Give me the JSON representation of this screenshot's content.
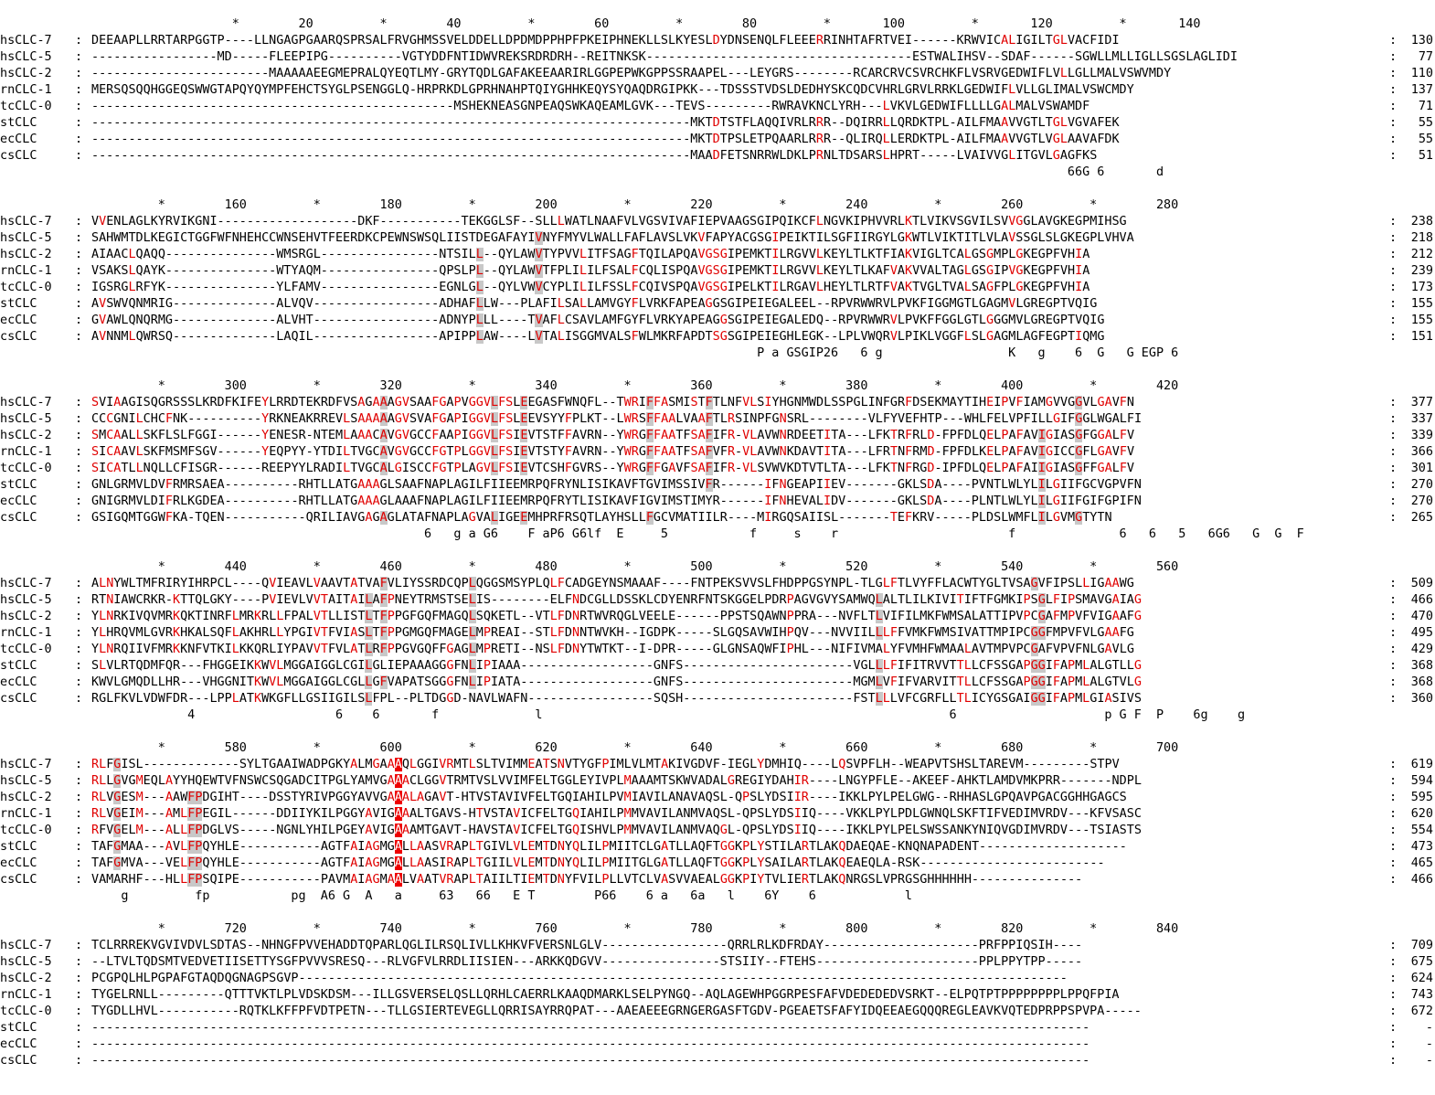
{
  "colors": {
    "identical_bg": "#ee0000",
    "identical_fg": "#ffffff",
    "similar_fg": "#e00000",
    "conserved_bg": "#c8c8c8"
  },
  "blocks": [
    {
      "ruler": "                   *        20         *        40         *        60         *        80         *       100         *       120         *       140",
      "rows": [
        {
          "name": "hsCLC-7",
          "seq": "DEEAAPLLRRTARPGGTP----LLNGAGPGAARQSPRSALFRVGHMSSVELDDELLDPDMDPPHPFPKEIPHNEKLLSLKYESLDYDNSENQLFLEEERRINHTAFRTVEI------KRWVICALIGILTGLVACFIDI",
          "num": "130"
        },
        {
          "name": "hsCLC-5",
          "seq": "-----------------MD-----FLEEPIPG----------VGTYDDFNTIDWVREKSRDRDRH--REITNKSK------------------------------------ESTWALIHSV--SDAF------SGWLLMLLIGLLSGSLAGLIDI",
          "num": "77"
        },
        {
          "name": "hsCLC-2",
          "seq": "------------------------MAAAAAEEGMEPRALQYEQTLMY-GRYTQDLGAFAKEEAARIRLGGPEPWKGPPSSRAAPEL---LEYGRS--------RCARCRVCSVRCHKFLVSRVGEDWIFLVLLGLLMALVSWVMDY",
          "num": "110"
        },
        {
          "name": "rnCLC-1",
          "seq": "MERSQSQQHGGEQSWWGTAPQYQYMPFEHCTSYGLPSENGGLQ-HRPRKDLGPRHNAHPTQIYGHHKEQYSYQAQDRGIPKK---TDSSSTVDSLDEDHYSKCQDCVHRLGRVLRRKLGEDWIFLVLLGLIMALVSWCMDY",
          "num": "137"
        },
        {
          "name": "tcCLC-0",
          "seq": "-------------------------------------------------MSHEKNEASGNPEAQSWKAQEAMLGVK---TEVS---------RWRAVKNCLYRH---LVKVLGEDWIFLLLLGALMALVSWAMDF",
          "num": "71"
        },
        {
          "name": "stCLC",
          "seq": "---------------------------------------------------------------------------------MKTDTSTFLAQQIVRLRRR--DQIRRLLQRDKTPL-AILFMAAVVGTLTGLVGVAFEK",
          "num": "55"
        },
        {
          "name": "ecCLC",
          "seq": "---------------------------------------------------------------------------------MKTDTPSLETPQAARLRRR--QLIRQLLERDKTPL-AILFMAAVVGTLVGLAAVAFDK",
          "num": "55"
        },
        {
          "name": "csCLC",
          "seq": "---------------------------------------------------------------------------------MAADFETSNRRWLDKLPRNLTDSARSLHPRT-----LVAIVVGLITGVLGAGFKS",
          "num": "51"
        }
      ],
      "consensus": "                                                                                                                                    66G 6       d"
    },
    {
      "ruler": "         *        160         *        180         *        200         *        220         *        240         *        260         *        280",
      "rows": [
        {
          "name": "hsCLC-7",
          "seq": "VVENLAGLKYRVIKGNI-------------------DKF-----------TEKGGLSF--SLLLWATLNAAFVLVGSVIVAFIEPVAAGSGIPQIKCFLNGVKIPHVVRLKTLVIKVSGVILSVVGGLAVGKEGPMIHSG",
          "num": "238"
        },
        {
          "name": "hsCLC-5",
          "seq": "SAHWMTDLKEGICTGGFWFNHEHCCWNSEHVTFEERDKCPEWNSWSQLIISTDEGAFAYIVNYFMYVLWALLFAFLAVSLVKVFAPYACGSGIPEIKTILSGFIIRGYLGKWTLVIKTITLVLAVSSGLSLGKEGPLVHVA",
          "num": "218"
        },
        {
          "name": "hsCLC-2",
          "seq": "AIAACLQAQQ---------------WMSRGL----------------NTSILL--QYLAWVTYPVVLITFSAGFTQILAPQAVGSGIPEMKTILRGVVLKEYLTLKTFIAKVIGLTCALGSGMPLGKEGPFVHIA",
          "num": "212"
        },
        {
          "name": "rnCLC-1",
          "seq": "VSAKSLQAYK---------------WTYAQM----------------QPSLPL--QYLAWVTFPLILILFSALFCQLISPQAVGSGIPEMKTILRGVVLKEYLTLKAFVAKVVALTAGLGSGIPVGKEGPFVHIA",
          "num": "239"
        },
        {
          "name": "tcCLC-0",
          "seq": "IGSRGLRFYK---------------YLFAMV----------------EGNLGL--QYLVWVCYPLILILFSSLFCQIVSPQAVGSGIPELKTILRGAVLHEYLTLRTFVAKTVGLTVALSAGFPLGKEGPFVHIA",
          "num": "173"
        },
        {
          "name": "stCLC",
          "seq": "AVSWVQNMRIG--------------ALVQV-----------------ADHAFLLW---PLAFILSALLAMVGYFLVRKFAPEAGGSGIPEIEGALEEL--RPVRWWRVLPVKFIGGMGTLGAGMVLGREGPTVQIG",
          "num": "155"
        },
        {
          "name": "ecCLC",
          "seq": "GVAWLQNQRMG--------------ALVHT-----------------ADNYPLLL----TVAFLCSAVLAMFGYFLVRKYAPEAGGSGIPEIEGALEDQ--RPVRWWRVLPVKFFGGLGTLGGGMVLGREGPTVQIG",
          "num": "155"
        },
        {
          "name": "csCLC",
          "seq": "AVNNMLQWRSQ--------------LAQIL-----------------APIPPLAW----LVTALISGGMVALSFWLMKRFAPDTSGSGIPEIEGHLEGK--LPLVWQRVLPIKLVGGFLSLGAGMLAGFEGPTIQMG",
          "num": "151"
        }
      ],
      "consensus": "                                                                                          P a GSGIP26   6 g                 K   g    6  G   G EGP 6"
    },
    {
      "ruler": "         *        300         *        320         *        340         *        360         *        380         *        400         *        420",
      "rows": [
        {
          "name": "hsCLC-7",
          "seq": "SVIAAGISQGRSSSLKRDFKIFEYLRRDTEKRDFVSAGAAAGVSAAFGAPVGGVLFSLEEGASFWNQFL--TWRIFFASMISTFTLNFVLSIYHGNMWDLSSPGLINFGRFDSEKMAYTIHEIPVFIAMGVVGGVLGAVFN",
          "num": "377"
        },
        {
          "name": "hsCLC-5",
          "seq": "CCCGNILCHCFNK----------YRKNEAKRREVLSAAAAAGVSVAFGAPIGGVLFSLEEVSYYFPLKT--LWRSFFAALVAAFTLRSINPFGNSRL--------VLFYVEFHTP---WHLFELVPFILLGIFGGLWGALFI",
          "num": "337"
        },
        {
          "name": "hsCLC-2",
          "seq": "SMCAALLSKFLSLFGGI------YENESR-NTEMLAAACAVGVGCCFAAPIGGVLFSIEVTSTFFAVRN--YWRGFFAATFSAFIFR-VLAVWNRDEETITA---LFKTRFRLD-FPFDLQELPAFAVIGIASGFGGALFV",
          "num": "339"
        },
        {
          "name": "rnCLC-1",
          "seq": "SICAAVLSKFMSMFSGV------YEQPYY-YTDILTVGCAVGVGCCFGTPLGGVLFSIEVTSTYFAVRN--YWRGFFAATFSAFVFR-VLAVWNKDAVTITA---LFRTNFRMD-FPFDLKELPAFAVIGICCGFLGAVFV",
          "num": "366"
        },
        {
          "name": "tcCLC-0",
          "seq": "SICATLLNQLLCFISGR------REEPYYLRADILTVGCALGISCCFGTPLAGVLFSIEVTCSHFGVRS--YWRGFFGAVFSAFIFR-VLSVWVKDTVTLTA---LFKTNFRGD-IPFDLQELPAFAIIGIASGFFGALFV",
          "num": "301"
        },
        {
          "name": "stCLC",
          "seq": "GNLGRMVLDVFRMRSAEA----------RHTLLATGAAAGLSAAFNAPLAGILFIIEEMRPQFRYNLISIKAVFTGVIMSSIVFR------IFNGEAPIIEV-------GKLSDA----PVNTLWLYLILGIIFGCVGPVFN",
          "num": "270"
        },
        {
          "name": "ecCLC",
          "seq": "GNIGRMVLDIFRLKGDEA----------RHTLLATGAAAGLAAAFNAPLAGILFIIEEMRPQFRYTLISIKAVFIGVIMSTIMYR------IFNHEVALIDV-------GKLSDA----PLNTLWLYLILGIIFGIFGPIFN",
          "num": "270"
        },
        {
          "name": "csCLC",
          "seq": "GSIGQMTGGWFKA-TQEN-----------QRILIAVGAGAGLATAFNAPLAGVALIGEEMHPRFRSQTLAYHSLLFGCVMATIILR----MIRGQSAIISL-------TEFKRV-----PLDSLWMFLILGVMGTYTN",
          "num": "265"
        }
      ],
      "consensus": "                                             6   g a G6    F aP6 G6lf  E     5           f     s    r                       f              6   6   5   6G6   G  G  F"
    },
    {
      "ruler": "         *        440         *        460         *        480         *        500         *        520         *        540         *        560",
      "rows": [
        {
          "name": "hsCLC-7",
          "seq": "ALNYWLTMFRIRYIHRPCL----QVIEAVLVAAVTATVAFVLIYSSRDCQPLQGGSMSYPLQLFCADGEYNSMAAAF----FNTPEKSVVSLFHDPPGSYNPL-TLGLFTLVYFFLACWTYGLTVSAGVFIPSLLIGAAWG",
          "num": "509"
        },
        {
          "name": "hsCLC-5",
          "seq": "RTNIAWCRKR-KTTQLGKY----PVIEVLVVTAITAILAFPNEYTRMSTSELIS--------ELFNDCGLLDSSKLCDYENRFNTSKGGELPDRPAGVGVYSAMWQLALTLILKIVITIFTFGMKIPSGLFIPSMAVGAIAG",
          "num": "466"
        },
        {
          "name": "hsCLC-2",
          "seq": "YLNRKIVQVMRKQKTINRFLMRKRLLFPALVTLLISTLTFPPGFGQFMAGQLSQKETL--VTLFDNRTWVRQGLVEELE------PPSTSQAWNPPRA---NVFLTLVIFILMKFWMSALATTIPVPCGAFMPVFVIGAAFG",
          "num": "470"
        },
        {
          "name": "rnCLC-1",
          "seq": "YLHRQVMLGVRKHKALSQFLAKHRLLYPGIVTFVIASLTFPPGMGQFMAGELMPREAI--STLFDNNTWVKH--IGDPK-----SLGQSAVWIHPQV---NVVIILLLFFVMKFWMSIVATTMPIPCGGFMPVFVLGAAFG",
          "num": "495"
        },
        {
          "name": "tcCLC-0",
          "seq": "YLNRQIIVFMRKKNFVTKILKKQRLIYPAVVTFVLATLRFPPGVGQFFGAGLMPRETI--NSLFDNYTWTKT--I-DPR-----GLGNSAQWFIPHL---NIFIVMALYFVMHFWMAALAVTMPVPCGAFVPVFNLGAVLG",
          "num": "429"
        },
        {
          "name": "stCLC",
          "seq": "SLVLRTQDMFQR---FHGGEIKKWVLMGGAIGGLCGILGLIEPAAAGGGFNLIPIAAA------------------GNFS-----------------------VGLLLFIFITRVVTTLLCFSSGAPGGIFAPMLALGTLLG",
          "num": "368"
        },
        {
          "name": "ecCLC",
          "seq": "KWVLGMQDLLHR---VHGGNITKWVLMGGAIGGLCGLLGFVAPATSGGGFNLIPIATA------------------GNFS-----------------------MGMLVFIFVARVITTLLCFSSGAPGGIFAPMLALGTVLG",
          "num": "368"
        },
        {
          "name": "csCLC",
          "seq": "RGLFKVLVDWFDR---LPPLATKWKGFLLGSIIGILSLFPL--PLTDGGD-NAVLWAFN-----------------SQSH-----------------------FSTLLLVFCGRFLLTLICYGSGAIGGIFAPMLGIASIVS",
          "num": "360"
        }
      ],
      "consensus": "             4                   6    6       f             l                                                       6                    p G F  P    6g    g"
    },
    {
      "ruler": "         *        580         *        600         *        620         *        640         *        660         *        680         *        700",
      "rows": [
        {
          "name": "hsCLC-7",
          "seq": "RLFGISL-------------SYLTGAAIWADPGKYALMGAAAQLGGIVRMTLSLTVIMMEATSNVTYGFPIMLVLMTAKIVGDVF-IEGLYDMHIQ----LQSVPFLH--WEAPVTSHSLTAREVM---------STPV",
          "num": "619"
        },
        {
          "name": "hsCLC-5",
          "seq": "RLLGVGMEQLAYYHQEWTVFNSWCSQGADCITPGLYAMVGAAACLGGVTRMTVSLVVIMFELTGGLEYIVPLMAAAMTSKWVADALGREGIYDAHIR----LNGYPFLE--AKEEF-AHKTLAMDVMKPRR-------NDPL",
          "num": "594"
        },
        {
          "name": "hsCLC-2",
          "seq": "RLVGESM---AAWFPDGIHT----DSSTYRIVPGGYAVVGAAALAGAVT-HTVSTAVIVFELTGQIAHILPVMIAVILANAVAQSL-QPSLYDSIIR----IKKLPYLPELGWG--RHHASLGPQAVPGACGGHHGAGCS",
          "num": "595"
        },
        {
          "name": "rnCLC-1",
          "seq": "RLVGEIM---AMLFPEGIL------DDIIYKILPGGYAVIGAAALTGAVS-HTVSTAVICFELTGQIAHILPMMVAVILANMVAQSL-QPSLYDSIIQ----VKKLPYLPDLGWNQLSKFTIFVEDIMVRDV---KFVSASC",
          "num": "620"
        },
        {
          "name": "tcCLC-0",
          "seq": "RFVGELM---ALLFPDGLVS-----NGNLYHILPGEYAVIGAAAMTGAVT-HAVSTAVICFELTGQISHVLPMMVAVILANMVAQGL-QPSLYDSIIQ----IKKLPYLPELSWSSANKYNIQVGDIMVRDV---TSIASTS",
          "num": "554"
        },
        {
          "name": "stCLC",
          "seq": "TAFGMAA---AVLFPQYHLE-----------AGTFAIAGMGALLAASVRAPLTGIVLVLEMTDNYQLILPMIITCLGATLLAQFTGGKPLYSTILARTLAKQDAEQAE-KNQNAPADENT--------------------",
          "num": "473"
        },
        {
          "name": "ecCLC",
          "seq": "TAFGMVA---VELFPQYHLE-----------AGTFAIAGMGALLAASIRAPLTGIILVLEMTDNYQLILPMIITGLGATLLAQFTGGKPLYSAILARTLAKQEAEQLA-RSK-------------------------",
          "num": "465"
        },
        {
          "name": "csCLC",
          "seq": "VAMARHF---HLLFPSQIPE-----------PAVMAIAGMAALVAATVRAPLTAIILTIEMTDNYFVILPLLVTCLVASVVAEALGGKPIYTVLIERTLAKQNRGSLVPRGSGHHHHHH---------------",
          "num": "466"
        }
      ],
      "consensus": "    g         fp           pg  A6 G  A   a     63   66   E T        P66    6 a   6a   l    6Y    6            l"
    },
    {
      "ruler": "         *        720         *        740         *        760         *        780         *        800         *        820         *        840",
      "rows": [
        {
          "name": "hsCLC-7",
          "seq": "TCLRRREKVGVIVDVLSDTAS--NHNGFPVVEHADDTQPARLQGLILRSQLIVLLKHKVFVERSNLGLV-----------------QRRLRLKDFRDAY---------------------PRFPPIQSIH----",
          "num": "709"
        },
        {
          "name": "hsCLC-5",
          "seq": "--LTVLTQDSMTVEDVETIISETTYSGFPVVVSRESQ---RLVGFVLRRDLIISIEN---ARKKQDGVV----------------STSIIY--FTEHS----------------------PPLPPYTPP-----",
          "num": "675"
        },
        {
          "name": "hsCLC-2",
          "seq": "PCGPQLHLPGPAFGTAQDQGNAGPSGVP--------------------------------------------------------------------------------------------------------",
          "num": "624"
        },
        {
          "name": "rnCLC-1",
          "seq": "TYGELRNLL---------QTTTVKTLPLVDSKDSM---ILLGSVERSELQSLLQRHLCAERRLKAAQDMARKLSELPYNGQ--AQLAGEWHPGGRPESFAFVDEDEDEDVSRKT--ELPQTPTPPPPPPPPLPPQFPIA",
          "num": "743"
        },
        {
          "name": "tcCLC-0",
          "seq": "TYGDLLHVL-----------RQTKLKFFPFVDTPETN---TLLGSIERTEVEGLLQRRISAYRRQPAT---AAEAEEEGRNGERGASFTGDV-PGEAETSFAFYIDQEEAEGQQQREGLEAVKVQTEDPRPPSPVPA-----",
          "num": "672"
        },
        {
          "name": "stCLC",
          "seq": "---------------------------------------------------------------------------------------------------------------------------------------",
          "num": "-"
        },
        {
          "name": "ecCLC",
          "seq": "---------------------------------------------------------------------------------------------------------------------------------------",
          "num": "-"
        },
        {
          "name": "csCLC",
          "seq": "---------------------------------------------------------------------------------------------------------------------------------------",
          "num": "-"
        }
      ],
      "consensus": ""
    }
  ]
}
